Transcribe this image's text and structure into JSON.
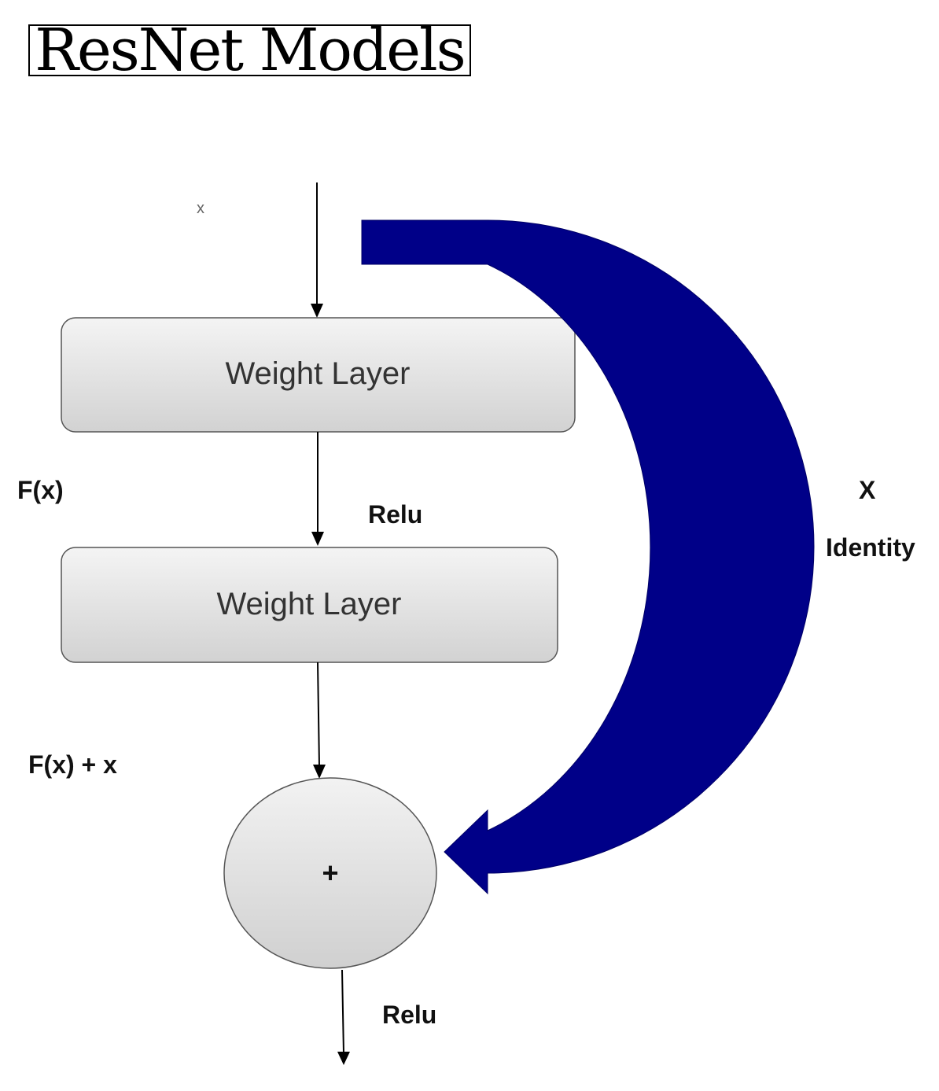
{
  "title": "ResNet Models",
  "diagram": {
    "input_label": "x",
    "layers": [
      {
        "label": "Weight Layer"
      },
      {
        "label": "Weight Layer"
      }
    ],
    "fx_label": "F(x)",
    "relu_label_1": "Relu",
    "sum_label": "F(x) + x",
    "add_symbol": "+",
    "relu_label_2": "Relu",
    "identity_x_label": "X",
    "identity_label": "Identity",
    "colors": {
      "skip_arrow": "#000088",
      "box_fill_top": "#f4f4f4",
      "box_fill_bottom": "#d4d4d4",
      "box_stroke": "#555555"
    }
  }
}
